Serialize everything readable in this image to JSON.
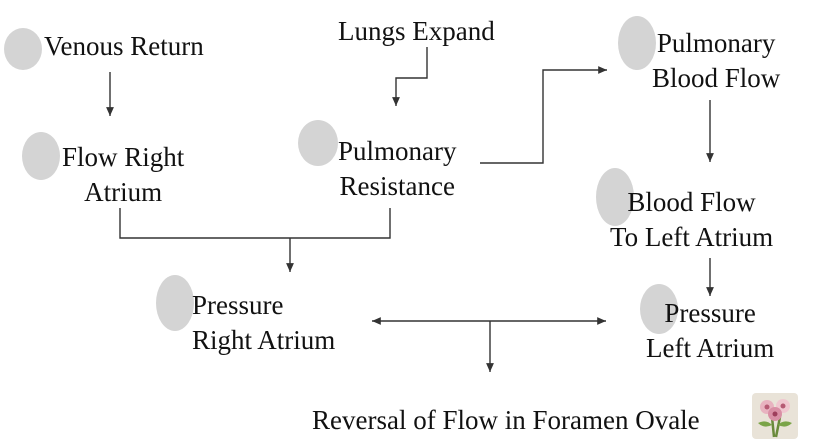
{
  "nodes": {
    "venous_return": {
      "lines": [
        "Venous Return"
      ]
    },
    "lungs_expand": {
      "lines": [
        "Lungs Expand"
      ]
    },
    "pulmonary_blood_flow": {
      "lines": [
        "Pulmonary",
        "Blood Flow"
      ]
    },
    "flow_right_atrium": {
      "lines": [
        "Flow Right",
        "Atrium"
      ]
    },
    "pulmonary_resistance": {
      "lines": [
        "Pulmonary",
        "Resistance"
      ]
    },
    "blood_flow_left_atrium": {
      "lines": [
        "Blood Flow",
        "To Left Atrium"
      ]
    },
    "pressure_right_atrium": {
      "lines": [
        "Pressure",
        "Right Atrium"
      ]
    },
    "pressure_left_atrium": {
      "lines": [
        "Pressure",
        "Left Atrium"
      ]
    },
    "reversal": {
      "lines": [
        "Reversal of Flow in Foramen Ovale"
      ]
    }
  },
  "colors": {
    "marker": "#d4d4d4",
    "lines": "#333333",
    "text": "#111111"
  },
  "icons": {
    "bottom_right": "flower-bouquet-icon"
  }
}
